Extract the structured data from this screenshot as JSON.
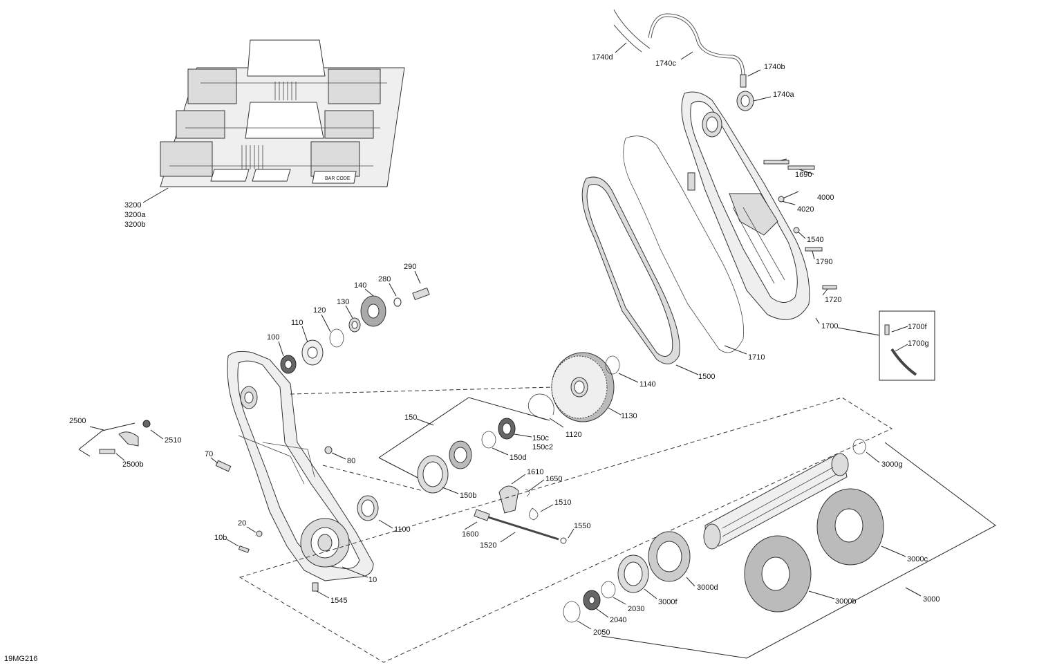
{
  "diagram_id": "19MG216",
  "labels": {
    "l3200": "3200",
    "l3200a": "3200a",
    "l3200b": "3200b",
    "l1740d": "1740d",
    "l1740c": "1740c",
    "l1740b": "1740b",
    "l1740a": "1740a",
    "l1690": "1690",
    "l4000": "4000",
    "l4020": "4020",
    "l1540": "1540",
    "l1790": "1790",
    "l1720": "1720",
    "l1700": "1700",
    "l1700f": "1700f",
    "l1700g": "1700g",
    "l1710": "1710",
    "l1500": "1500",
    "l1140": "1140",
    "l1130": "1130",
    "l1120": "1120",
    "l290": "290",
    "l280": "280",
    "l140": "140",
    "l130": "130",
    "l120": "120",
    "l110": "110",
    "l100": "100",
    "l150": "150",
    "l150c": "150c",
    "l150c2": "150c2",
    "l150d": "150d",
    "l150b": "150b",
    "l2500": "2500",
    "l2510": "2510",
    "l2500b": "2500b",
    "l70": "70",
    "l80": "80",
    "l1610": "1610",
    "l1650": "1650",
    "l1510": "1510",
    "l1600": "1600",
    "l1550": "1550",
    "l1520": "1520",
    "l1100": "1100",
    "l20": "20",
    "l10b": "10b",
    "l10": "10",
    "l1545": "1545",
    "l3000g": "3000g",
    "l3000c": "3000c",
    "l3000d": "3000d",
    "l3000f": "3000f",
    "l3000b": "3000b",
    "l3000": "3000",
    "l2030": "2030",
    "l2040": "2040",
    "l2050": "2050"
  }
}
